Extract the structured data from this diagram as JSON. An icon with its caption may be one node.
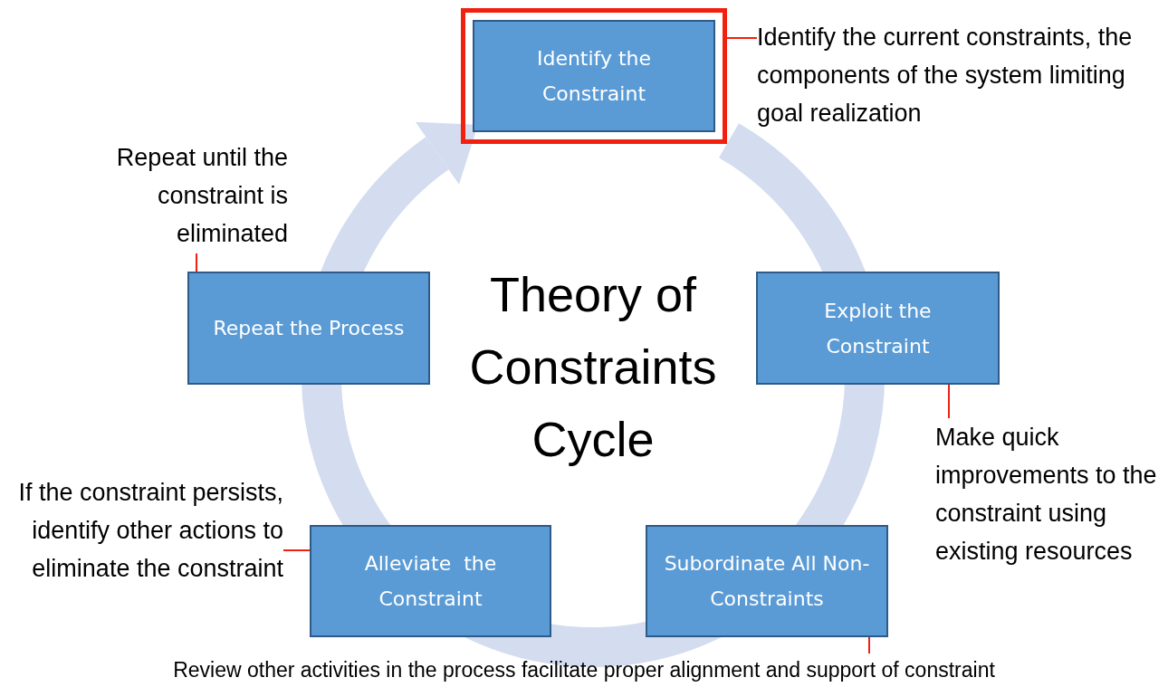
{
  "diagram": {
    "title": "Theory of Constraints Cycle",
    "nodes": [
      {
        "text": [
          "Identify the Constraint"
        ]
      },
      {
        "text": [
          "Exploit the Constraint"
        ]
      },
      {
        "text": [
          "Subordinate All Non-Constraints"
        ]
      },
      {
        "text": [
          "Alleviate  the Constraint"
        ]
      },
      {
        "text": [
          "Repeat the Process"
        ]
      },
      {
        "text": [
          "Identify the current constraints, the components of the system limiting goal realization"
        ]
      },
      {
        "text": [
          "Make quick improvements to the constraint using existing resources"
        ]
      },
      {
        "text": [
          "Review other activities in the process facilitate proper alignment and support of constraint"
        ]
      },
      {
        "text": [
          "If the constraint persists, identify other actions to eliminate the constraint"
        ]
      },
      {
        "text": [
          "Repeat until the constraint is eliminated"
        ]
      }
    ],
    "edges": [
      {
        "from": 5,
        "to": 0,
        "arrow": "none"
      },
      {
        "from": 6,
        "to": 1,
        "arrow": "none"
      },
      {
        "from": 7,
        "to": 2,
        "arrow": "none"
      },
      {
        "from": 8,
        "to": 3,
        "arrow": "none"
      },
      {
        "from": 9,
        "to": 4,
        "arrow": "none"
      }
    ]
  }
}
